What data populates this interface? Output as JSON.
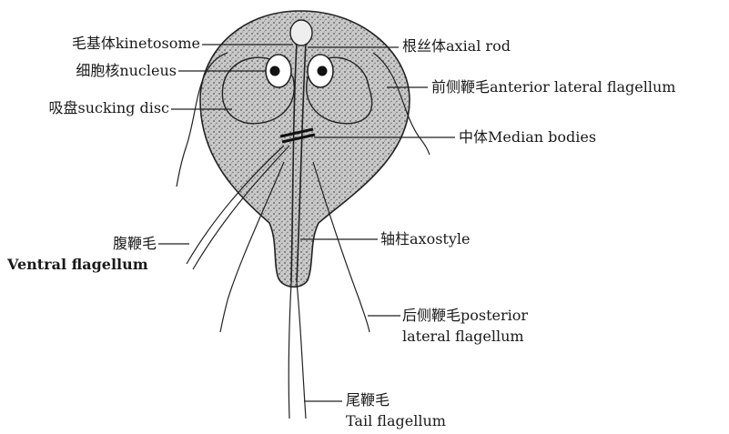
{
  "labels": {
    "kinetosome": "毛基体kinetosome",
    "nucleus": "细胞核nucleus",
    "sucking_disc": "吸盘sucking disc",
    "ventral_cn": "腹鞭毛",
    "ventral_en": "Ventral flagellum",
    "axial_rod": "根丝体axial rod",
    "anterior_lateral": "前侧鞭毛anterior lateral flagellum",
    "median_bodies": "中体Median bodies",
    "axostyle": "轴柱axostyle",
    "posterior_cn": "后侧鞭毛posterior",
    "posterior_en": "lateral flagellum",
    "tail_cn": "尾鞭毛",
    "tail_en": "Tail flagellum"
  }
}
